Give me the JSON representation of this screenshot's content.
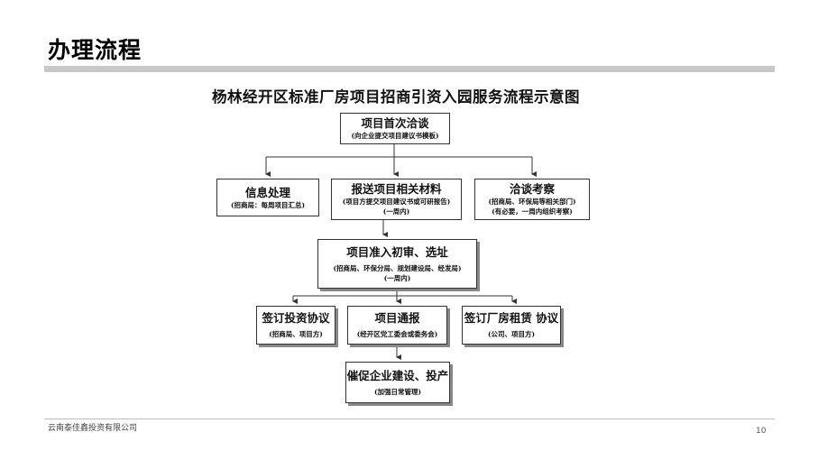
{
  "slide": {
    "title": "办理流程",
    "footer_company": "云南泰佳鑫投资有限公司",
    "page_number": "10"
  },
  "diagram": {
    "title": "杨林经开区标准厂房项目招商引资入园服务流程示意图",
    "nodes": {
      "first_negotiation": {
        "main": "项目首次洽谈",
        "sub": [
          "(向企业提交项目建议书模板)"
        ]
      },
      "info_processing": {
        "main": "信息处理",
        "sub": [
          "(招商局：每周项目汇总)"
        ]
      },
      "submit_materials": {
        "main": "报送项目相关材料",
        "sub": [
          "(项目方提交项目建议书或可研报告)",
          "(一周内)"
        ]
      },
      "negotiation_inspection": {
        "main": "洽谈考察",
        "sub": [
          "(招商局、环保局等相关部门)",
          "(有必要，一周内组织考察)"
        ]
      },
      "preliminary_review": {
        "main": "项目准入初审、选址",
        "sub": [
          "(招商局、环保分局、规划建设局、经发局)",
          "(一周内)"
        ]
      },
      "sign_investment": {
        "main": "签订投资协议",
        "sub": [
          "(招商局、项目方)"
        ]
      },
      "project_report": {
        "main": "项目通报",
        "sub": [
          "(经开区党工委会或委务会)"
        ]
      },
      "sign_lease": {
        "main": "签订厂房租赁 协议",
        "sub": [
          "(公司、项目方)"
        ]
      },
      "promote_construction": {
        "main": "催促企业建设、投产",
        "sub": [
          "(加强日常管理)"
        ]
      }
    }
  }
}
